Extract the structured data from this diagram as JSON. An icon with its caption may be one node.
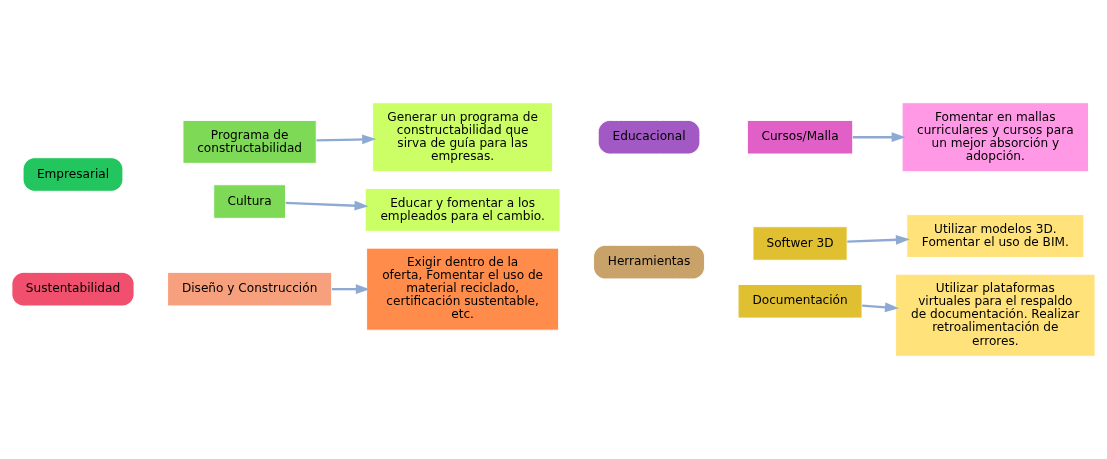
{
  "diagram": {
    "nodes": [
      {
        "text": [
          "Empresarial"
        ]
      },
      {
        "text": [
          "Programa de constructabilidad"
        ]
      },
      {
        "text": [
          "Generar un programa de constructabilidad que sirva de guía para las empresas."
        ]
      },
      {
        "text": [
          "Cultura"
        ]
      },
      {
        "text": [
          "Educar y fomentar a los empleados para el cambio."
        ]
      },
      {
        "text": [
          "Sustentabilidad"
        ]
      },
      {
        "text": [
          "Diseño y Construcción"
        ]
      },
      {
        "text": [
          "Exigir dentro de la oferta, Fomentar el uso de material reciclado, certificación sustentable, etc."
        ]
      },
      {
        "text": [
          "Educacional"
        ]
      },
      {
        "text": [
          "Cursos/Malla"
        ]
      },
      {
        "text": [
          "Fomentar en mallas curriculares y cursos para un mejor absorción y adopción."
        ]
      },
      {
        "text": [
          "Herramientas"
        ]
      },
      {
        "text": [
          "Softwer 3D"
        ]
      },
      {
        "text": [
          "Utilizar modelos 3D. Fomentar el uso de BIM."
        ]
      },
      {
        "text": [
          "Documentación"
        ]
      },
      {
        "text": [
          "Utilizar plataformas virtuales para el respaldo de documentación. Realizar retroalimentación de errores."
        ]
      }
    ],
    "edges": [
      {
        "from": 1,
        "to": 2,
        "arrow": "to"
      },
      {
        "from": 3,
        "to": 4,
        "arrow": "to"
      },
      {
        "from": 6,
        "to": 7,
        "arrow": "to"
      },
      {
        "from": 9,
        "to": 10,
        "arrow": "to"
      },
      {
        "from": 12,
        "to": 13,
        "arrow": "to"
      },
      {
        "from": 14,
        "to": 15,
        "arrow": "to"
      }
    ]
  }
}
